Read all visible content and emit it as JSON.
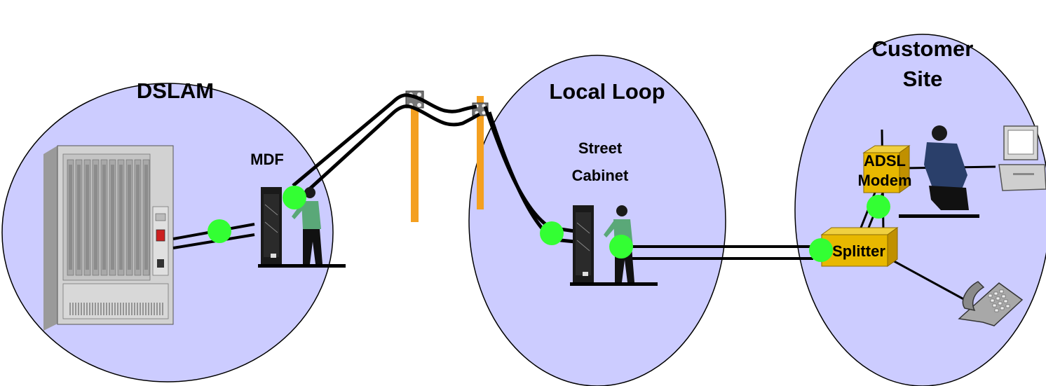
{
  "zones": {
    "dslam": "DSLAM",
    "local_loop": "Local Loop",
    "customer_line1": "Customer",
    "customer_line2": "Site"
  },
  "labels": {
    "mdf": "MDF",
    "cabinet_line1": "Street",
    "cabinet_line2": "Cabinet",
    "modem_line1": "ADSL",
    "modem_line2": "Modem",
    "splitter": "Splitter"
  },
  "colors": {
    "zone_fill": "#ccccff",
    "test_point": "#33ff33",
    "pole": "#f4a020",
    "device": "#e8b800",
    "cable": "#000000"
  },
  "icons": [
    "dslam-rack-icon",
    "technician-icon",
    "utility-pole-icon",
    "computer-icon",
    "telephone-icon"
  ]
}
